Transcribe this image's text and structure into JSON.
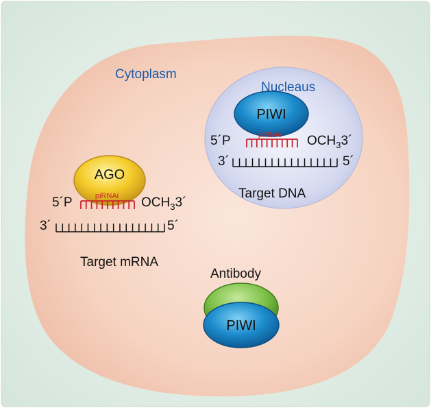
{
  "labels": {
    "cytoplasm": "Cytoplasm",
    "nucleus": "Nucleaus",
    "ago": "AGO",
    "piwi_nuclear": "PIWI",
    "piwi_antibody": "PIWI",
    "antibody": "Antibody",
    "pirna_ago": "piRNAi",
    "pirna_nuclear": "piRNAi",
    "five_p": "5´P",
    "och3_prefix": "OCH",
    "och3_subscript": "3",
    "three_prime_end": "3´",
    "three_prime": "3´",
    "five_prime": "5´",
    "target_mrna": "Target mRNA",
    "target_dna": "Target DNA"
  },
  "colors": {
    "background": "#e4efe8",
    "cell": "#f6d3c1",
    "nucleus": "#cdd3ec",
    "label_blue": "#1a5aa8",
    "ago_yellow": "#f1c81f",
    "piwi_blue": "#1d86c8",
    "antibody_green": "#7cbf45",
    "pirna_red": "#c9252c"
  }
}
